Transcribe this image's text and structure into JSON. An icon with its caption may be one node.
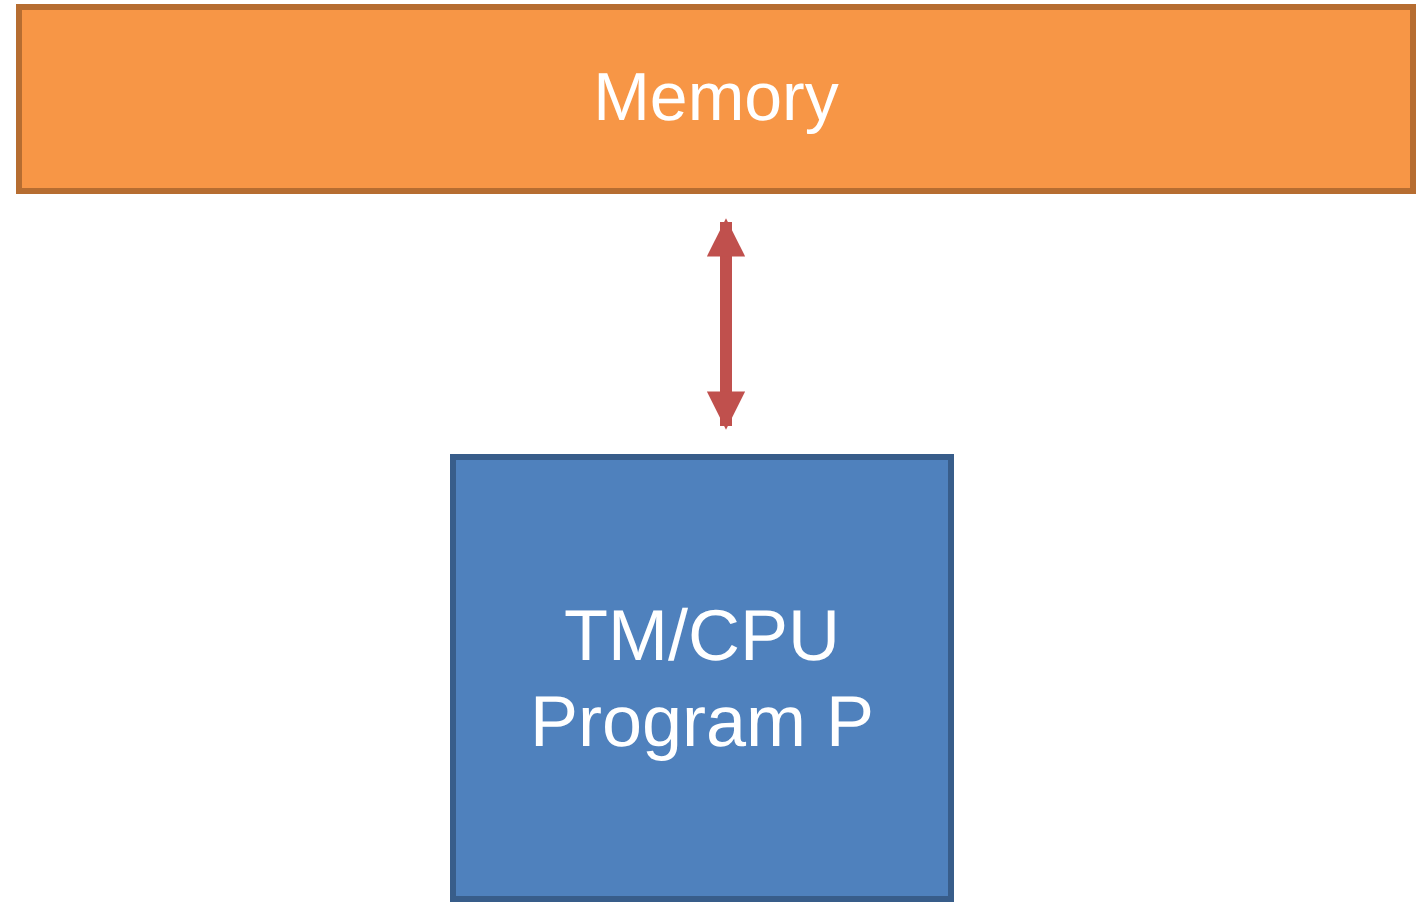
{
  "diagram": {
    "nodes": [
      {
        "text": [
          "Memory"
        ]
      },
      {
        "text": [
          "TM/CPU Program P"
        ]
      }
    ],
    "edges": [
      {
        "from": 0,
        "to": 1,
        "arrow": "both",
        "color": "#c0504d"
      }
    ]
  }
}
